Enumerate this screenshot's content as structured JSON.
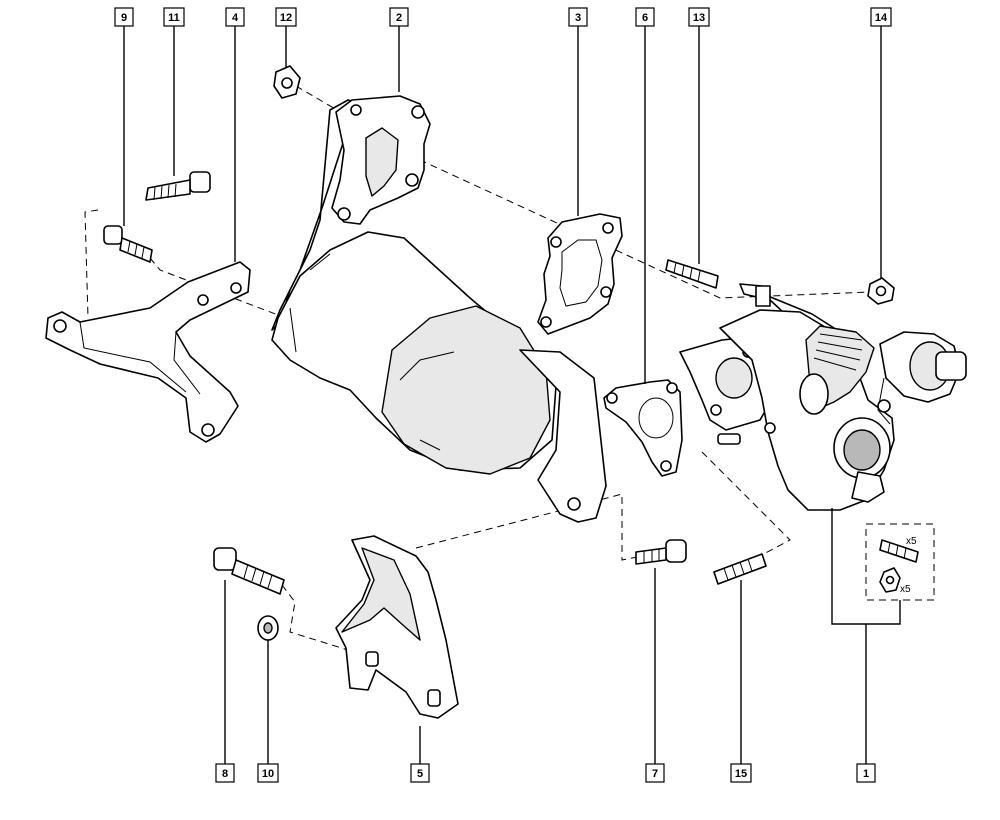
{
  "callouts": {
    "c1": "1",
    "c2": "2",
    "c3": "3",
    "c4": "4",
    "c5": "5",
    "c6": "6",
    "c7": "7",
    "c8": "8",
    "c9": "9",
    "c10": "10",
    "c11": "11",
    "c12": "12",
    "c13": "13",
    "c14": "14",
    "c15": "15"
  },
  "kit": {
    "stud_qty": "x5",
    "nut_qty": "x5"
  },
  "colors": {
    "line": "#000000",
    "background": "#ffffff"
  }
}
